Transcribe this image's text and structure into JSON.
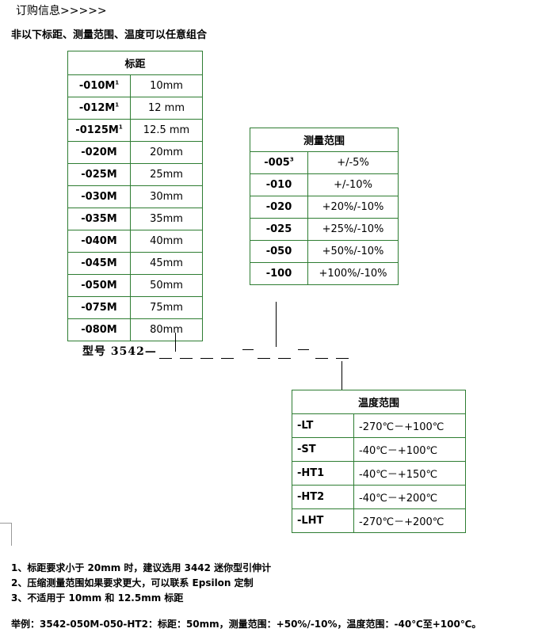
{
  "heading": "订购信息>>>>>",
  "subtitle": "非以下标距、测量范围、温度可以任意组合",
  "gauge_table": {
    "title": "标距",
    "rows": [
      {
        "code": "-010M",
        "sup": "1",
        "value": "10mm"
      },
      {
        "code": "-012M",
        "sup": "1",
        "value": "12 mm"
      },
      {
        "code": "-0125M",
        "sup": "1",
        "value": "12.5 mm"
      },
      {
        "code": "-020M",
        "sup": "",
        "value": "20mm"
      },
      {
        "code": "-025M",
        "sup": "",
        "value": "25mm"
      },
      {
        "code": "-030M",
        "sup": "",
        "value": "30mm"
      },
      {
        "code": "-035M",
        "sup": "",
        "value": "35mm"
      },
      {
        "code": "-040M",
        "sup": "",
        "value": "40mm"
      },
      {
        "code": "-045M",
        "sup": "",
        "value": "45mm"
      },
      {
        "code": "-050M",
        "sup": "",
        "value": "50mm"
      },
      {
        "code": "-075M",
        "sup": "",
        "value": "75mm"
      },
      {
        "code": "-080M",
        "sup": "",
        "value": "80mm"
      }
    ]
  },
  "range_table": {
    "title": "测量范围",
    "rows": [
      {
        "code": "-005",
        "sup": "3",
        "value": "+/-5%"
      },
      {
        "code": "-010",
        "sup": "",
        "value": "+/-10%"
      },
      {
        "code": "-020",
        "sup": "",
        "value": "+20%/-10%"
      },
      {
        "code": "-025",
        "sup": "",
        "value": "+25%/-10%"
      },
      {
        "code": "-050",
        "sup": "",
        "value": "+50%/-10%"
      },
      {
        "code": "-100",
        "sup": "",
        "value": "+100%/-10%"
      }
    ]
  },
  "temp_table": {
    "title": "温度范围",
    "rows": [
      {
        "code": "-LT",
        "value": "-270℃－+100℃"
      },
      {
        "code": "-ST",
        "value": "-40℃－+100℃"
      },
      {
        "code": "-HT1",
        "value": "-40℃－+150℃"
      },
      {
        "code": "-HT2",
        "value": "-40℃－+200℃"
      },
      {
        "code": "-LHT",
        "value": "-270℃－+200℃"
      }
    ]
  },
  "model": {
    "label": "型号 3542—"
  },
  "notes": [
    "1、标距要求小于 20mm 时，建议选用 3442 迷你型引伸计",
    "2、压缩测量范围如果要求更大，可以联系 Epsilon 定制",
    "3、不适用于 10mm 和 12.5mm 标距"
  ],
  "example": "举例：3542-050M-050-HT2：标距：50mm，测量范围：+50%/-10%，温度范围：-40℃至+100℃。"
}
